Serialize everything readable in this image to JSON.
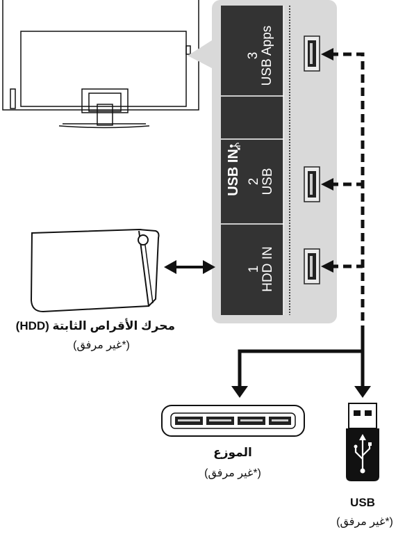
{
  "panel": {
    "title": "USB IN",
    "ports": [
      {
        "number": "3",
        "name": "USB Apps"
      },
      {
        "number": "2",
        "name": "USB"
      },
      {
        "number": "1",
        "name": "HDD IN"
      }
    ]
  },
  "devices": {
    "hdd": {
      "name": "محرك الأقراص الثابتة (HDD)",
      "note": "(*غير مرفق)"
    },
    "hub": {
      "name": "الموزع",
      "note": "(*غير مرفق)"
    },
    "usb": {
      "name": "USB",
      "note": "(*غير مرفق)"
    }
  },
  "icons": [
    "usb-symbol-icon",
    "tv-back-icon",
    "hard-drive-icon",
    "usb-hub-icon",
    "usb-stick-icon"
  ],
  "colors": {
    "panel_bg": "#d9d9d9",
    "strip_bg": "#333333",
    "line": "#111111"
  }
}
